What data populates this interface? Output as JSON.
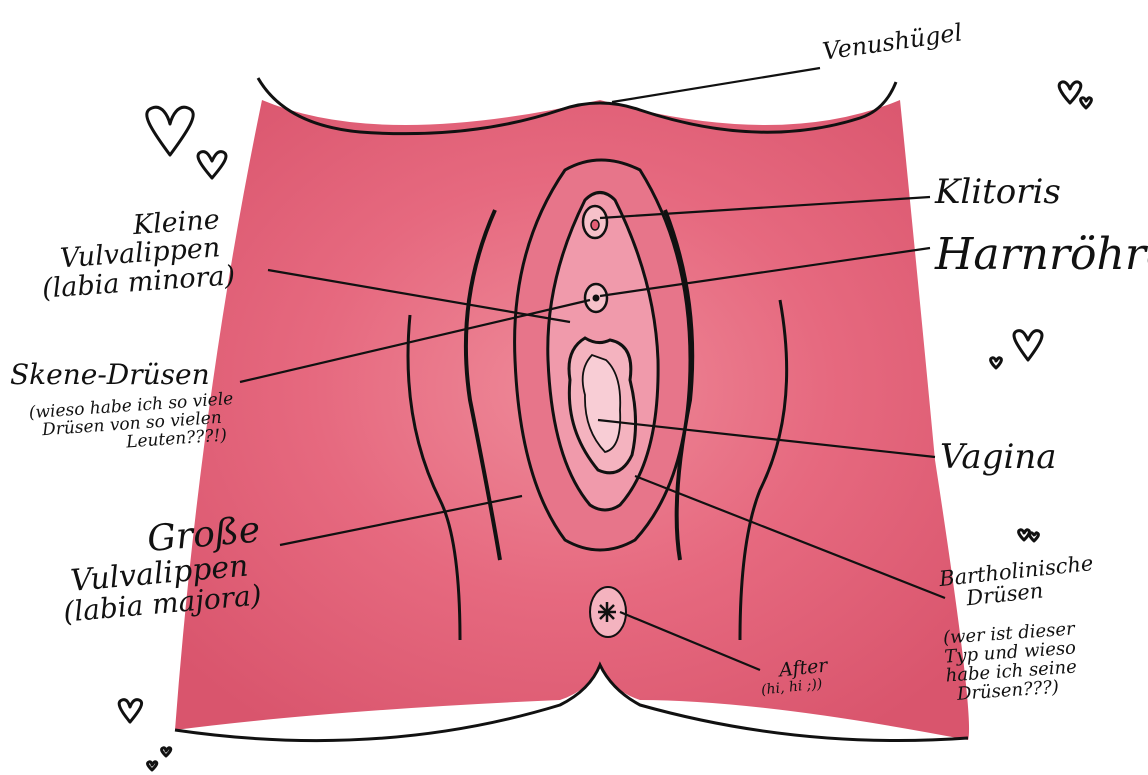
{
  "labels": {
    "venushuegel": "Venushügel",
    "klitoris": "Klitoris",
    "harnroehre": "Harnröhre",
    "vagina": "Vagina",
    "kleine_line1": "Kleine",
    "kleine_line2": "Vulvalippen",
    "kleine_line3": "(labia minora)",
    "skene": "Skene-Drüsen",
    "skene_note1": "(wieso habe ich so viele",
    "skene_note2": "Drüsen von so vielen",
    "skene_note3": "Leuten???!)",
    "grosse_line1": "Große",
    "grosse_line2": "Vulvalippen",
    "grosse_line3": "(labia majora)",
    "barth_line1": "Bartholinische",
    "barth_line2": "Drüsen",
    "barth_note1": "(wer ist dieser",
    "barth_note2": "Typ und wieso",
    "barth_note3": "habe ich seine",
    "barth_note4": "Drüsen???)",
    "after": "After",
    "after_note": "(hi, hi ;))"
  },
  "colors": {
    "skin": "#e35e75",
    "skin_light": "#ee8a99",
    "inner": "#f2a6b3",
    "ink": "#111111"
  }
}
